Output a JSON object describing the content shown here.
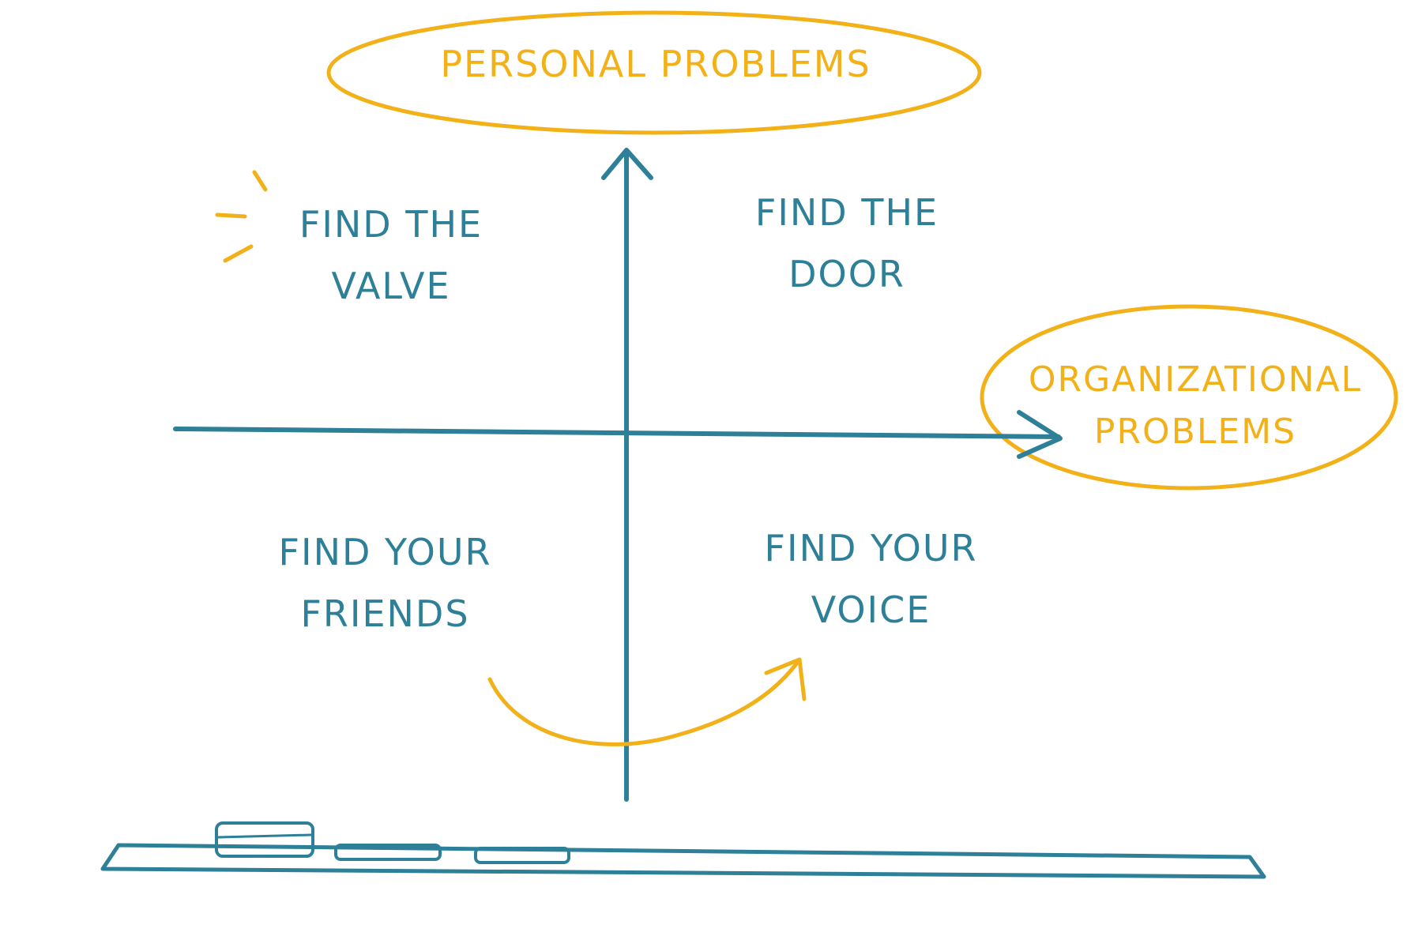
{
  "colors": {
    "axis": "#2e7f98",
    "accent": "#f2b118",
    "background": "#ffffff"
  },
  "axes": {
    "y_label": "PERSONAL PROBLEMS",
    "x_label": "ORGANIZATIONAL\nPROBLEMS"
  },
  "quadrants": {
    "top_left": "FIND THE\nVALVE",
    "top_right": "FIND THE\nDOOR",
    "bottom_left": "FIND YOUR\nFRIENDS",
    "bottom_right": "FIND YOUR\nVOICE"
  },
  "annotations": {
    "highlight": "emphasis-burst",
    "transition_arrow": "curved-arrow from FIND YOUR FRIENDS to FIND YOUR VOICE"
  },
  "tray_items": [
    "eraser",
    "marker",
    "marker"
  ]
}
